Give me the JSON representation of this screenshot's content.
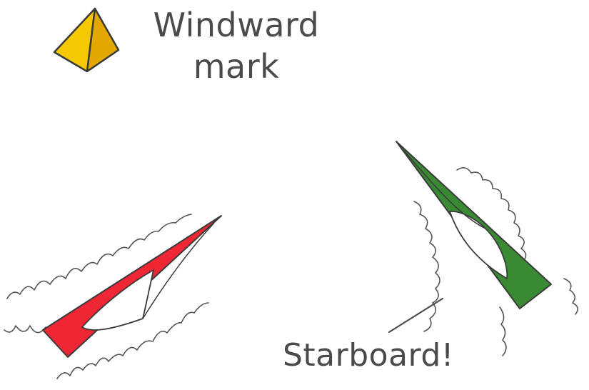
{
  "labels": {
    "mark_line1": "Windward",
    "mark_line2": "mark",
    "call": "Starboard!"
  },
  "colors": {
    "mark_fill": "#f5c800",
    "mark_shade": "#e2a800",
    "port_boat_hull": "#ef2633",
    "starboard_boat_hull": "#3a8a33",
    "outline": "#3a3a3a",
    "text": "#4a4a4a"
  },
  "icons": {
    "mark": "pyramid-buoy-icon"
  }
}
